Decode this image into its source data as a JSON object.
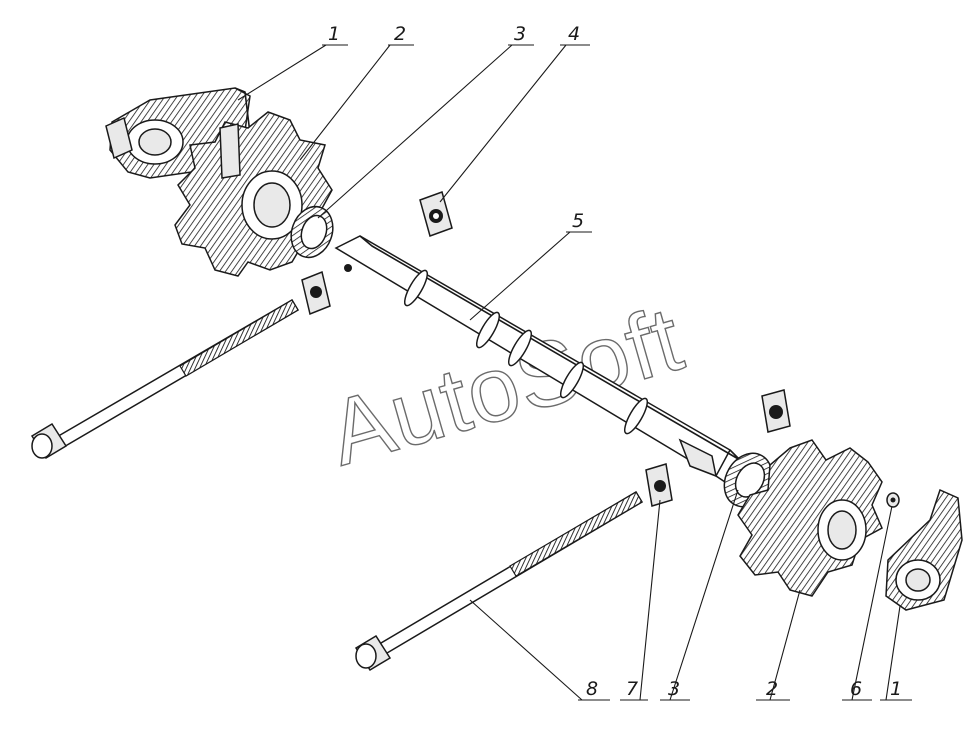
{
  "watermark": "AutoSoft",
  "callouts": {
    "top": [
      "1",
      "2",
      "3",
      "4",
      "5"
    ],
    "bottom": [
      "8",
      "7",
      "3",
      "2",
      "6",
      "1"
    ]
  }
}
